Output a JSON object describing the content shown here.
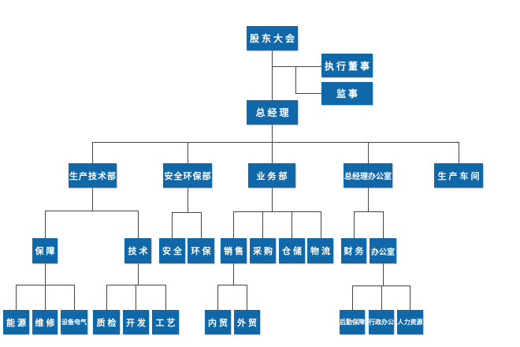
{
  "diagram": {
    "box_color": "#1068A8",
    "line_color": "#444444",
    "nodes": {
      "shareholders_meeting": "股东大会",
      "executive_director": "执行董事",
      "supervisor": "监事",
      "general_manager": "总经理",
      "production_tech_dept": "生产技术部",
      "safety_env_dept": "安全环保部",
      "business_dept": "业务部",
      "gm_office": "总经理办公室",
      "production_workshop": "生产车间",
      "support": "保障",
      "technology": "技术",
      "safety": "安全",
      "env_protection": "环保",
      "sales": "销售",
      "purchasing": "采购",
      "warehousing": "仓储",
      "logistics": "物流",
      "finance": "财务",
      "office": "办公室",
      "energy": "能源",
      "maintenance": "维修",
      "equipment_electrical": "设备电气",
      "quality_inspection": "质检",
      "development": "开发",
      "process": "工艺",
      "domestic_trade": "内贸",
      "foreign_trade": "外贸",
      "logistics_support": "后勤保障",
      "admin_office": "行政办公",
      "human_resources": "人力资源"
    }
  }
}
